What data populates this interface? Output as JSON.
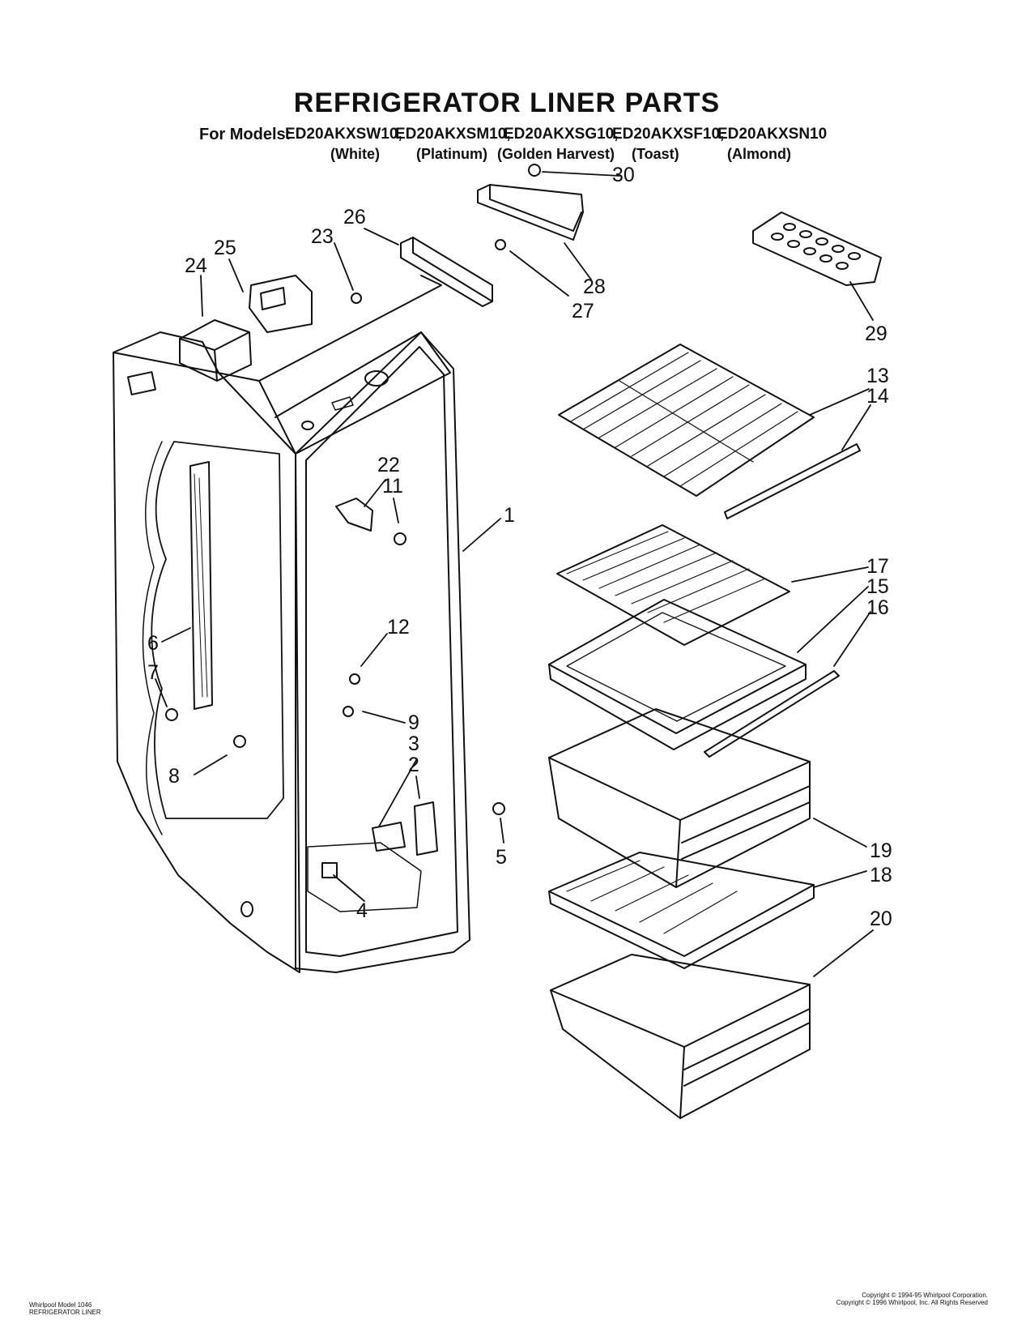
{
  "title": "REFRIGERATOR LINER PARTS",
  "models_label": "For Models:",
  "models": [
    {
      "model": "ED20AKXSW10,",
      "color": "(White)"
    },
    {
      "model": "ED20AKXSM10,",
      "color": "(Platinum)"
    },
    {
      "model": "ED20AKXSG10,",
      "color": "(Golden Harvest)"
    },
    {
      "model": "ED20AKXSF10,",
      "color": "(Toast)"
    },
    {
      "model": "ED20AKXSN10",
      "color": "(Almond)"
    }
  ],
  "callouts": {
    "c1": "1",
    "c2": "2",
    "c3": "3",
    "c4": "4",
    "c5": "5",
    "c6": "6",
    "c7": "7",
    "c8": "8",
    "c9": "9",
    "c11": "11",
    "c12": "12",
    "c13": "13",
    "c14": "14",
    "c15": "15",
    "c16": "16",
    "c17": "17",
    "c18": "18",
    "c19": "19",
    "c20": "20",
    "c22": "22",
    "c23": "23",
    "c24": "24",
    "c25": "25",
    "c26": "26",
    "c27": "27",
    "c28": "28",
    "c29": "29",
    "c30": "30"
  },
  "footer": {
    "left_line1": "Whirlpool Model 1046",
    "left_line2": "REFRIGERATOR LINER",
    "right_line1": "Copyright © 1994-95 Whirlpool Corporation.",
    "right_line2": "Copyright © 1996 Whirlpool, Inc. All Rights Reserved"
  }
}
